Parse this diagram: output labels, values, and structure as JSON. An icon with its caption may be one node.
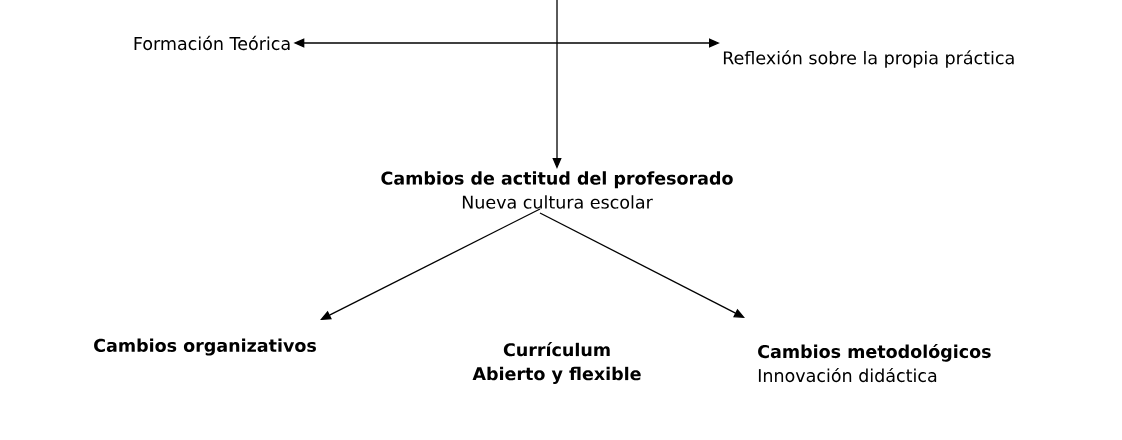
{
  "diagram": {
    "nodes": [
      {
        "text": [
          "Formación Teórica"
        ]
      },
      {
        "text": [
          "Reflexión sobre la propia práctica"
        ]
      },
      {
        "text": [
          "Cambios de actitud del profesorado",
          "Nueva cultura escolar"
        ]
      },
      {
        "text": [
          "Cambios organizativos"
        ]
      },
      {
        "text": [
          "Cambios metodológicos",
          "Innovación didáctica"
        ]
      }
    ],
    "edges": [
      {
        "from": 0,
        "to": 1,
        "arrow": "both"
      },
      {
        "from": null,
        "to": 2,
        "arrow": "to"
      },
      {
        "from": 2,
        "to": 3,
        "arrow": "to"
      },
      {
        "from": 2,
        "to": 4,
        "arrow": "to"
      }
    ],
    "labels": [
      "Currículum",
      "Abierto y flexible"
    ]
  }
}
